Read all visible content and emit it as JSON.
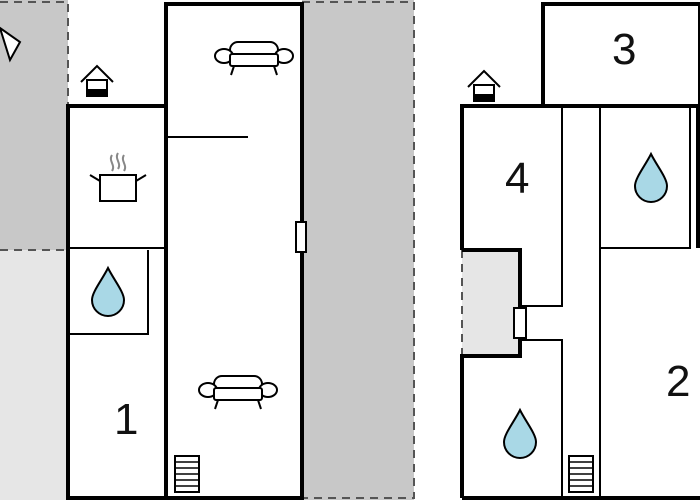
{
  "floorplan": {
    "left_floor": {
      "rooms": [
        {
          "number": "1"
        }
      ],
      "icons": [
        "entrance-house-icon",
        "sofa-icon",
        "cooking-pot-icon",
        "water-drop-icon",
        "sofa-icon",
        "stairs-icon",
        "door-icon"
      ]
    },
    "right_floor": {
      "rooms": [
        {
          "number": "3"
        },
        {
          "number": "4"
        },
        {
          "number": "2"
        }
      ],
      "icons": [
        "entrance-house-icon",
        "water-drop-icon",
        "water-drop-icon",
        "stairs-icon",
        "door-icon"
      ]
    },
    "colors": {
      "wall": "#000000",
      "shaded_area": "#c8c8c8",
      "light_area": "#e6e6e6",
      "water_drop": "#a9d8e6",
      "background": "#ffffff"
    }
  }
}
